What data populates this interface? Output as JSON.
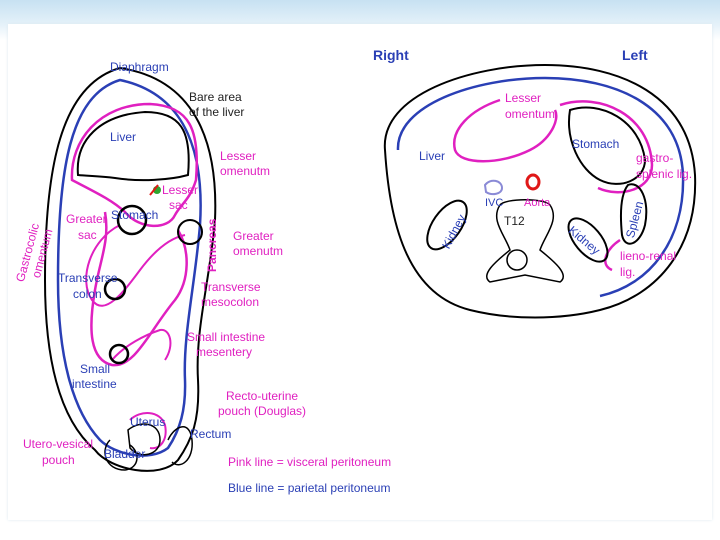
{
  "left_diagram": {
    "diaphragm": "Diaphragm",
    "bare_area_line1": "Bare area",
    "bare_area_line2": "of the liver",
    "liver": "Liver",
    "lesser_omentum_line1": "Lesser",
    "lesser_omentum_line2": "omenutm",
    "lesser_sac_line1": "Lesser",
    "lesser_sac_line2": "sac",
    "stomach": "Stomach",
    "greater_sac_line1": "Greater",
    "greater_sac_line2": "sac",
    "pancreas": "Pancreas",
    "greater_omentum_line1": "Greater",
    "greater_omentum_line2": "omenutm",
    "gastrocolic_line1": "Gastrocolic",
    "gastrocolic_line2": "omentum",
    "transverse_colon_line1": "Transverse",
    "transverse_colon_line2": "colon",
    "transverse_mesocolon_line1": "Transverse",
    "transverse_mesocolon_line2": "mesocolon",
    "small_intestine_mesentery_line1": "Small intestine",
    "small_intestine_mesentery_line2": "mesentery",
    "small_intestine_line1": "Small",
    "small_intestine_line2": "intestine",
    "recto_uterine_line1": "Recto-uterine",
    "recto_uterine_line2": "pouch (Douglas)",
    "uterus": "Uterus",
    "rectum": "Rectum",
    "utero_vesical_line1": "Utero-vesical",
    "utero_vesical_line2": "pouch",
    "bladder": "Bladder",
    "pink_legend": "Pink line = visceral peritoneum",
    "blue_legend": "Blue line = parietal peritoneum"
  },
  "right_diagram": {
    "right": "Right",
    "left": "Left",
    "lesser_omentum_line1": "Lesser",
    "lesser_omentum_line2": "omentum",
    "liver": "Liver",
    "stomach": "Stomach",
    "gastrosplenic_line1": "gastro-",
    "gastrosplenic_line2": "splenic lig.",
    "ivc": "IVC",
    "aorta": "Aorta",
    "t12": "T12",
    "kidney_right": "Kidney",
    "kidney_left": "Kidney",
    "spleen": "Spleen",
    "lienorenal_line1": "lieno-renal",
    "lienorenal_line2": "lig."
  },
  "colors": {
    "visceral_peritoneum": "#e020c0",
    "parietal_peritoneum": "#2a3fb5",
    "aorta": "#e01818"
  }
}
